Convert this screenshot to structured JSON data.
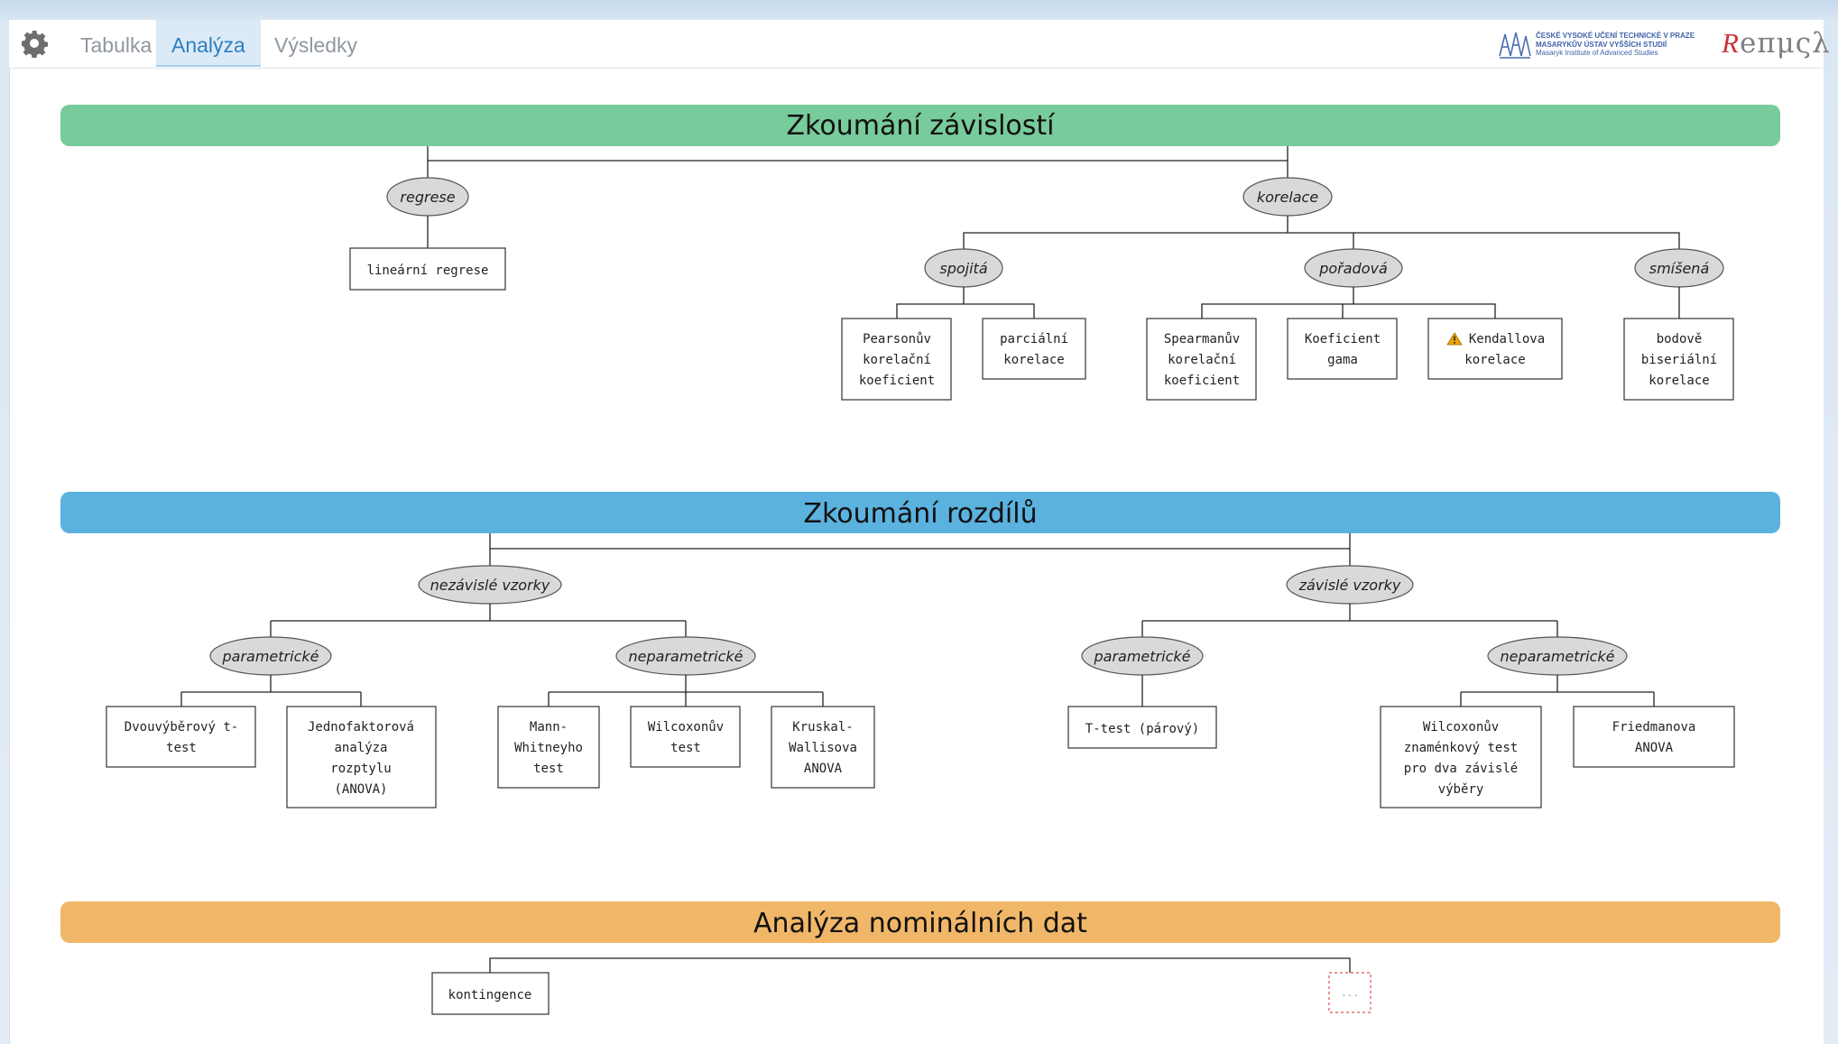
{
  "tabs": [
    {
      "label": "Tabulka"
    },
    {
      "label": "Analýza",
      "active": true
    },
    {
      "label": "Výsledky"
    }
  ],
  "logos": {
    "cvut_line1": "ČESKÉ VYSOKÉ UČENÍ TECHNICKÉ V PRAZE",
    "cvut_line2": "MASARYKŮV ÚSTAV VYŠŠÍCH STUDIÍ",
    "cvut_line3": "Masaryk Institute of Advanced Studies",
    "rempsyc_r": "R",
    "rempsyc_rest": "eπμςλ"
  },
  "colors": {
    "section1": "#78cb9a",
    "section2": "#5bb2df",
    "section3": "#f1b768",
    "ellipse_fill": "#d9d9d9",
    "warning": "#f0a500",
    "placeholder_border": "#d9534f"
  },
  "sections": [
    {
      "title": "Zkoumání závislostí",
      "branches": [
        {
          "label": "regrese",
          "leaves": [
            "lineární regrese"
          ]
        },
        {
          "label": "korelace",
          "groups": [
            {
              "label": "spojitá",
              "leaves": [
                "Pearsonův korelační koeficient",
                "parciální korelace"
              ]
            },
            {
              "label": "pořadová",
              "leaves": [
                "Spearmanův korelační koeficient",
                "Koeficient gama",
                "Kendallova korelace"
              ]
            },
            {
              "label": "smíšená",
              "leaves": [
                "bodově biseriální korelace"
              ]
            }
          ]
        }
      ]
    },
    {
      "title": "Zkoumání rozdílů",
      "branches": [
        {
          "label": "nezávislé vzorky",
          "groups": [
            {
              "label": "parametrické",
              "leaves": [
                "Dvouvýběrový t-test",
                "Jednofaktorová analýza rozptylu (ANOVA)"
              ]
            },
            {
              "label": "neparametrické",
              "leaves": [
                "Mann-Whitneyho test",
                "Wilcoxonův test",
                "Kruskal-Wallisova ANOVA"
              ]
            }
          ]
        },
        {
          "label": "závislé vzorky",
          "groups": [
            {
              "label": "parametrické",
              "leaves": [
                "T-test (párový)"
              ]
            },
            {
              "label": "neparametrické",
              "leaves": [
                "Wilcoxonův znaménkový test pro dva závislé výběry",
                "Friedmanova ANOVA"
              ]
            }
          ]
        }
      ]
    },
    {
      "title": "Analýza nominálních dat",
      "leaves": [
        "kontingence",
        "..."
      ]
    }
  ],
  "boxes": {
    "linreg": [
      "lineární regrese"
    ],
    "pearson": [
      "Pearsonův",
      "korelační",
      "koeficient"
    ],
    "parcialni": [
      "parciální",
      "korelace"
    ],
    "spearman": [
      "Spearmanův",
      "korelační",
      "koeficient"
    ],
    "gama": [
      "Koeficient",
      "gama"
    ],
    "kendall": [
      "Kendallova",
      "korelace"
    ],
    "biserial": [
      "bodově",
      "biseriální",
      "korelace"
    ],
    "dvouvyber": [
      "Dvouvýběrový t-",
      "test"
    ],
    "anova": [
      "Jednofaktorová",
      "analýza",
      "rozptylu",
      "(ANOVA)"
    ],
    "mann": [
      "Mann-",
      "Whitneyho",
      "test"
    ],
    "wilcoxon": [
      "Wilcoxonův",
      "test"
    ],
    "kruskal": [
      "Kruskal-",
      "Wallisova",
      "ANOVA"
    ],
    "ttest": [
      "T-test (párový)"
    ],
    "wilcox_sign": [
      "Wilcoxonův",
      "znaménkový test",
      "pro dva závislé",
      "výběry"
    ],
    "friedman": [
      "Friedmanova",
      "ANOVA"
    ],
    "kontingence": [
      "kontingence"
    ],
    "placeholder": [
      "..."
    ]
  },
  "warning_icon": "warning-triangle-icon"
}
